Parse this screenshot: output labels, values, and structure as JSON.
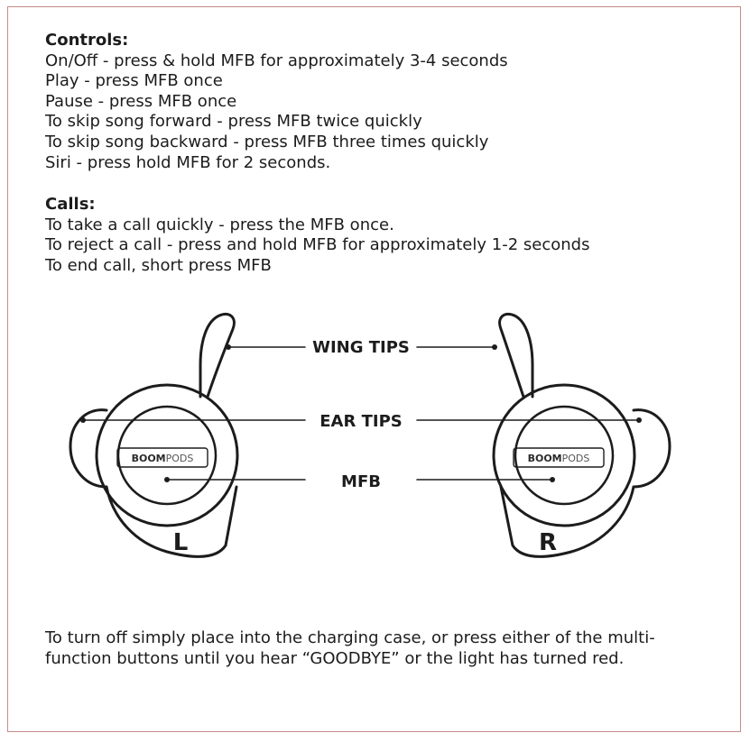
{
  "controls": {
    "heading": "Controls:",
    "lines": [
      "On/Off - press & hold MFB for approximately 3-4 seconds",
      "Play - press MFB once",
      "Pause - press MFB once",
      "To skip song forward - press MFB twice quickly",
      "To skip song backward - press MFB three times quickly",
      "Siri - press hold MFB for 2 seconds."
    ]
  },
  "calls": {
    "heading": "Calls:",
    "lines": [
      "To take a call quickly - press the MFB once.",
      "To reject a call - press and hold MFB for approximately 1-2 seconds",
      "To end call, short press MFB"
    ]
  },
  "diagram": {
    "label_wing_tips": "WING TIPS",
    "label_ear_tips": "EAR TIPS",
    "label_mfb": "MFB",
    "brand_bold": "BOOM",
    "brand_light": "PODS",
    "left_side": "L",
    "right_side": "R"
  },
  "footer": {
    "text": "To turn off simply place into the charging case, or press either of the multi-function buttons until you hear “GOODBYE” or the light has turned red."
  }
}
